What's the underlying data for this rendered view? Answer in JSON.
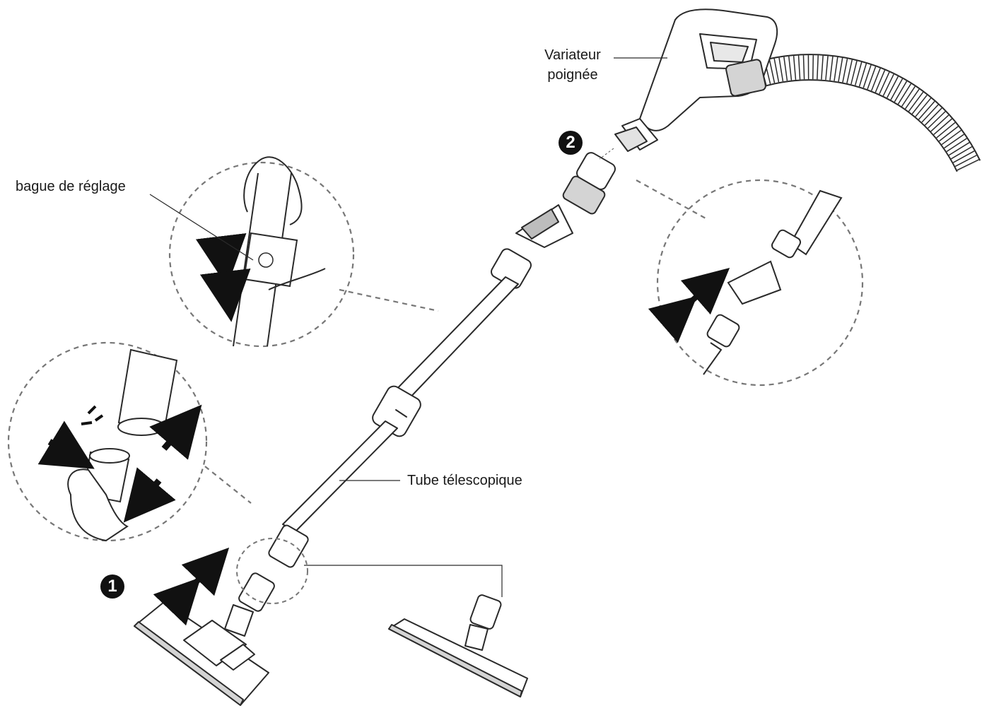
{
  "labels": {
    "handle_line1": "Variateur",
    "handle_line2": "poignée",
    "ring": "bague de réglage",
    "tube": "Tube télescopique"
  },
  "steps": {
    "step1": "1",
    "step2": "2"
  },
  "icons": [
    "arrow-double-icon",
    "arrow-up-icon",
    "arrow-down-icon",
    "arrow-press-icon",
    "click-sound-icon"
  ],
  "colors": {
    "line": "#2a2a2a",
    "dashed": "#777777",
    "fill": "#ffffff",
    "shade": "#d4d4d4",
    "dark": "#111111"
  }
}
